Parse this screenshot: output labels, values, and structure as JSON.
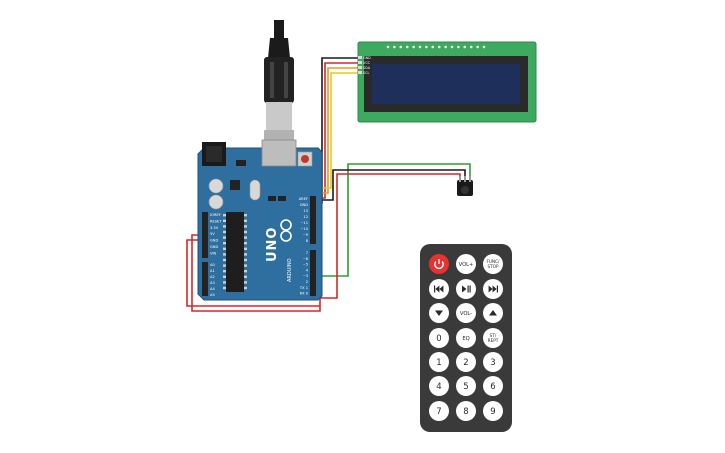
{
  "arduino": {
    "brand": "ARDUINO",
    "model": "UNO",
    "power_header": [
      "IOREF",
      "RESET",
      "3.3V",
      "5V",
      "GND",
      "GND",
      "VIN"
    ],
    "analog_header": [
      "A0",
      "A1",
      "A2",
      "A3",
      "A4",
      "A5"
    ],
    "aref_labels": [
      "AREF",
      "GND",
      "13",
      "12",
      "~11",
      "~10",
      "~9",
      "8"
    ],
    "digital_labels": [
      "7",
      "~6",
      "~5",
      "4",
      "~3",
      "2",
      "TX 1",
      "RX 0"
    ],
    "colors": {
      "board": "#2e6fa0",
      "header": "#222222"
    }
  },
  "lcd": {
    "pin_labels": [
      "GND",
      "VCC",
      "SDA",
      "SCL"
    ],
    "colors": {
      "pcb": "#3daa5f",
      "screen": "#1d2f5a"
    }
  },
  "remote": {
    "buttons": [
      {
        "label": "",
        "kind": "power-icon"
      },
      {
        "label": "VOL+"
      },
      {
        "label": "FUNC/\nSTOP"
      },
      {
        "label": "",
        "kind": "prev-icon"
      },
      {
        "label": "",
        "kind": "play-pause-icon"
      },
      {
        "label": "",
        "kind": "next-icon"
      },
      {
        "label": "",
        "kind": "down-icon"
      },
      {
        "label": "VOL-"
      },
      {
        "label": "",
        "kind": "up-icon"
      },
      {
        "label": "0"
      },
      {
        "label": "EQ"
      },
      {
        "label": "ST/\nREPT"
      },
      {
        "label": "1"
      },
      {
        "label": "2"
      },
      {
        "label": "3"
      },
      {
        "label": "4"
      },
      {
        "label": "5"
      },
      {
        "label": "6"
      },
      {
        "label": "7"
      },
      {
        "label": "8"
      },
      {
        "label": "9"
      }
    ],
    "colors": {
      "body": "#3a3a3a",
      "button": "#ffffff",
      "power": "#e8322f"
    }
  },
  "wire_colors": {
    "black": "#1a1a1a",
    "red": "#d62728",
    "orange": "#f0961f",
    "yellow": "#e8c81a",
    "green": "#2ca02c"
  }
}
